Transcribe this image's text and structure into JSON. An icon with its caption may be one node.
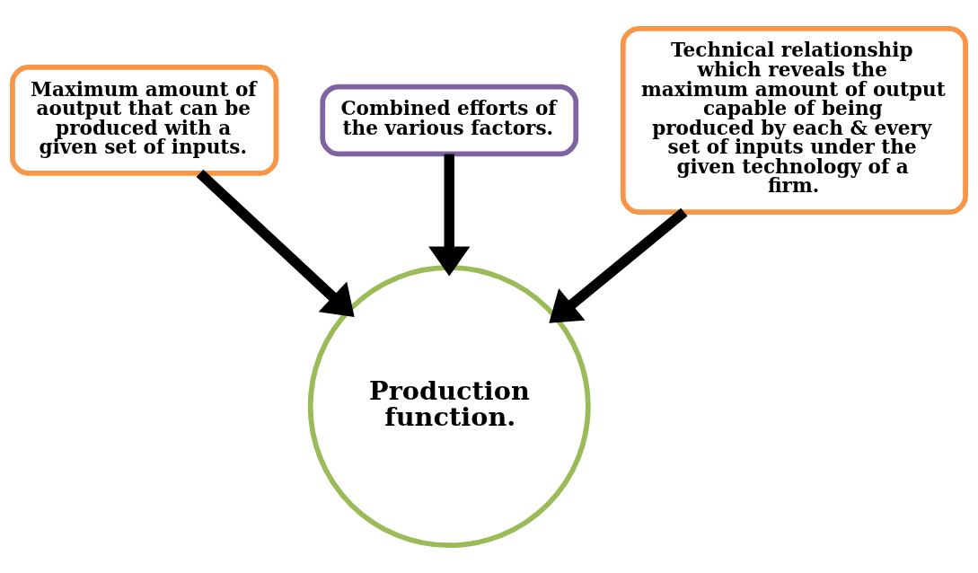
{
  "diagram": {
    "nodes": [
      {
        "text": [
          "Maximum amount of aoutput that can be produced with a given set of inputs."
        ]
      },
      {
        "text": [
          "Combined efforts of the various factors."
        ]
      },
      {
        "text": [
          "Technical relationship which reveals the maximum amount of output capable of being produced by each & every set of inputs under the given technology of a firm."
        ]
      },
      {
        "text": [
          "Production function."
        ]
      }
    ],
    "edges": [
      {
        "from": 0,
        "to": 3,
        "arrow": "to"
      },
      {
        "from": 1,
        "to": 3,
        "arrow": "to"
      },
      {
        "from": 2,
        "to": 3,
        "arrow": "to"
      }
    ]
  }
}
